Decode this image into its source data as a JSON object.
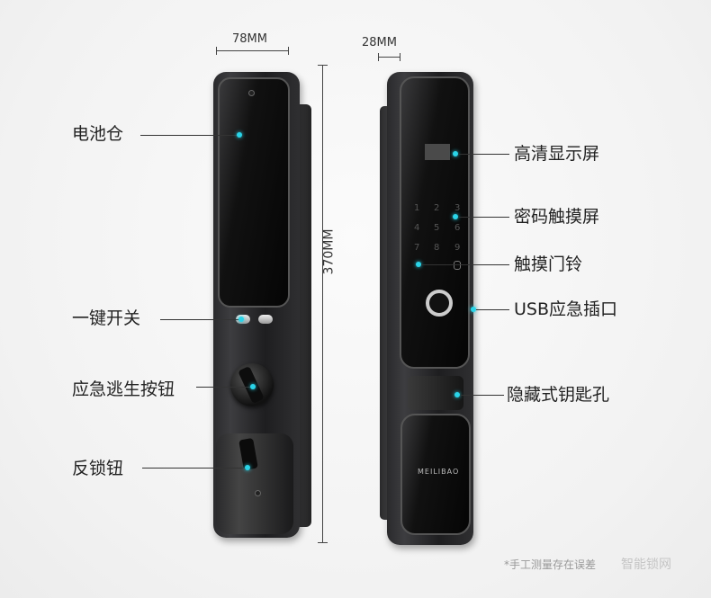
{
  "dimensions": {
    "width": "78MM",
    "depth": "28MM",
    "height": "370MM"
  },
  "left_labels": [
    "电池仓",
    "一键开关",
    "应急逃生按钮",
    "反锁钮"
  ],
  "right_labels": [
    "高清显示屏",
    "密码触摸屏",
    "触摸门铃",
    "USB应急插口",
    "隐藏式钥匙孔"
  ],
  "keypad": [
    "1",
    "2",
    "3",
    "4",
    "5",
    "6",
    "7",
    "8",
    "9"
  ],
  "brand": "MEILIBAO",
  "footnote": "*手工测量存在误差",
  "watermark": "智能锁网",
  "accent_color": "#2ad4e8"
}
